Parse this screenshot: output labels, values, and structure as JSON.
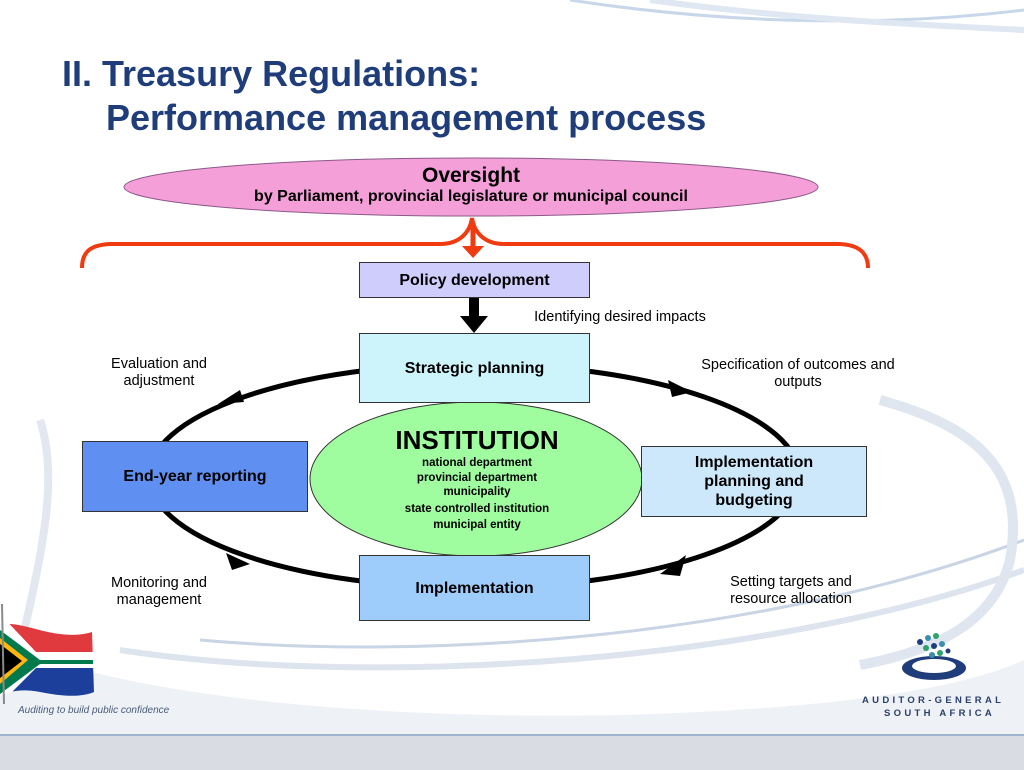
{
  "title": {
    "line1": "II. Treasury Regulations:",
    "line2": "Performance management process"
  },
  "oversight": {
    "heading": "Oversight",
    "subtext": "by Parliament, provincial legislature or municipal council"
  },
  "boxes": {
    "policy": "Policy development",
    "strategic": "Strategic planning",
    "implementation_planning": "Implementation planning and budgeting",
    "implementation": "Implementation",
    "end_year": "End-year reporting"
  },
  "labels": {
    "identifying": "Identifying desired impacts",
    "specification": "Specification of outcomes and outputs",
    "setting_targets": "Setting targets and resource allocation",
    "monitoring": "Monitoring and management",
    "evaluation": "Evaluation and adjustment"
  },
  "institution": {
    "heading": "INSTITUTION",
    "items": [
      "national department",
      "provincial department",
      "municipality",
      "state controlled institution",
      "municipal entity"
    ]
  },
  "footer": {
    "tagline": "Auditing to build public confidence",
    "logo_line1": "AUDITOR-GENERAL",
    "logo_line2": "SOUTH AFRICA"
  },
  "colors": {
    "title": "#1f3d7a",
    "oversight_fill": "#f59fd8",
    "bracket": "#f03a10",
    "policy_fill": "#cfcdfb",
    "strategic_fill": "#cdf3fb",
    "impl_planning_fill": "#cde8fb",
    "implementation_fill": "#9fcdfb",
    "end_year_fill": "#5f8ff0",
    "institution_fill": "#9ffc9f"
  }
}
